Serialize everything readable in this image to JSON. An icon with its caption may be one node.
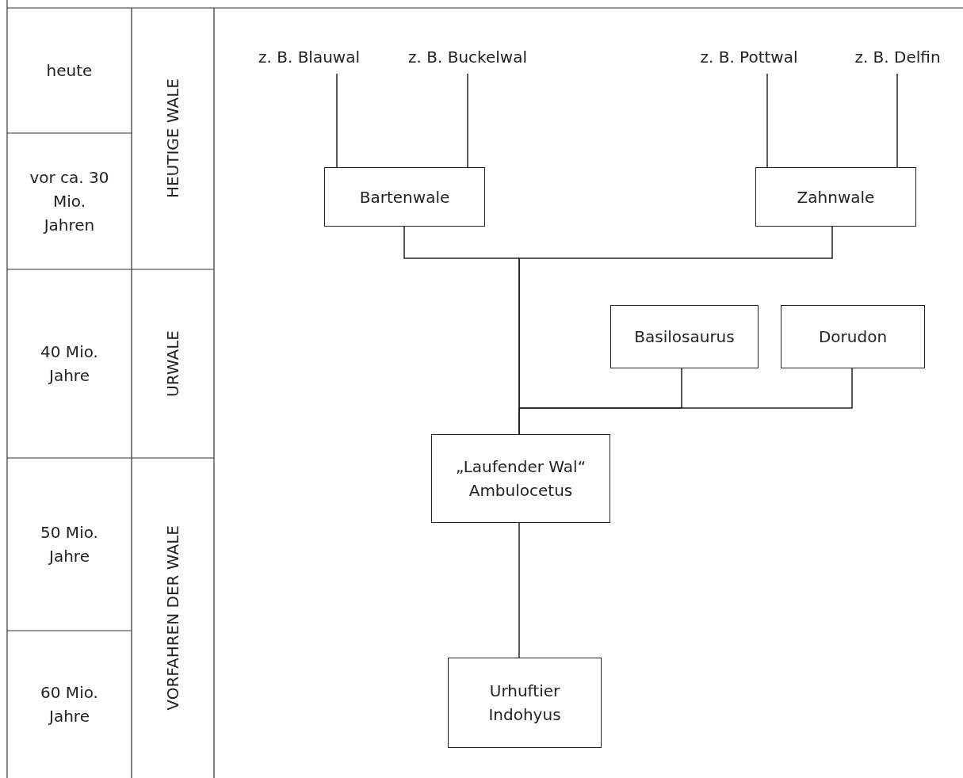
{
  "diagram": {
    "nodes": [
      {
        "text": [
          "z. B. Blauwal"
        ]
      },
      {
        "text": [
          "z. B. Buckelwal"
        ]
      },
      {
        "text": [
          "z. B. Pottwal"
        ]
      },
      {
        "text": [
          "z. B. Delfin"
        ]
      },
      {
        "text": [
          "Bartenwale"
        ]
      },
      {
        "text": [
          "Zahnwale"
        ]
      },
      {
        "text": [
          "Basilosaurus"
        ]
      },
      {
        "text": [
          "Dorudon"
        ]
      },
      {
        "text": [
          "„Laufender Wal“ Ambulocetus"
        ]
      },
      {
        "text": [
          "Urhuftier Indohyus"
        ]
      }
    ],
    "edges": [
      {
        "from": 0,
        "to": 4,
        "arrow": "none"
      },
      {
        "from": 1,
        "to": 4,
        "arrow": "none"
      },
      {
        "from": 2,
        "to": 5,
        "arrow": "none"
      },
      {
        "from": 3,
        "to": 5,
        "arrow": "none"
      },
      {
        "from": 4,
        "to": 8,
        "arrow": "none"
      },
      {
        "from": 5,
        "to": 8,
        "arrow": "none"
      },
      {
        "from": 6,
        "to": 8,
        "arrow": "none"
      },
      {
        "from": 7,
        "to": 8,
        "arrow": "none"
      },
      {
        "from": 8,
        "to": 9,
        "arrow": "none"
      }
    ],
    "labels": [
      "heute",
      "HEUTIGE WALE",
      "vor ca. 30 Mio. Jahren",
      "40 Mio. Jahre",
      "URWALE",
      "50 Mio. Jahre",
      "VORFAHREN DER WALE",
      "60 Mio. Jahre"
    ]
  }
}
